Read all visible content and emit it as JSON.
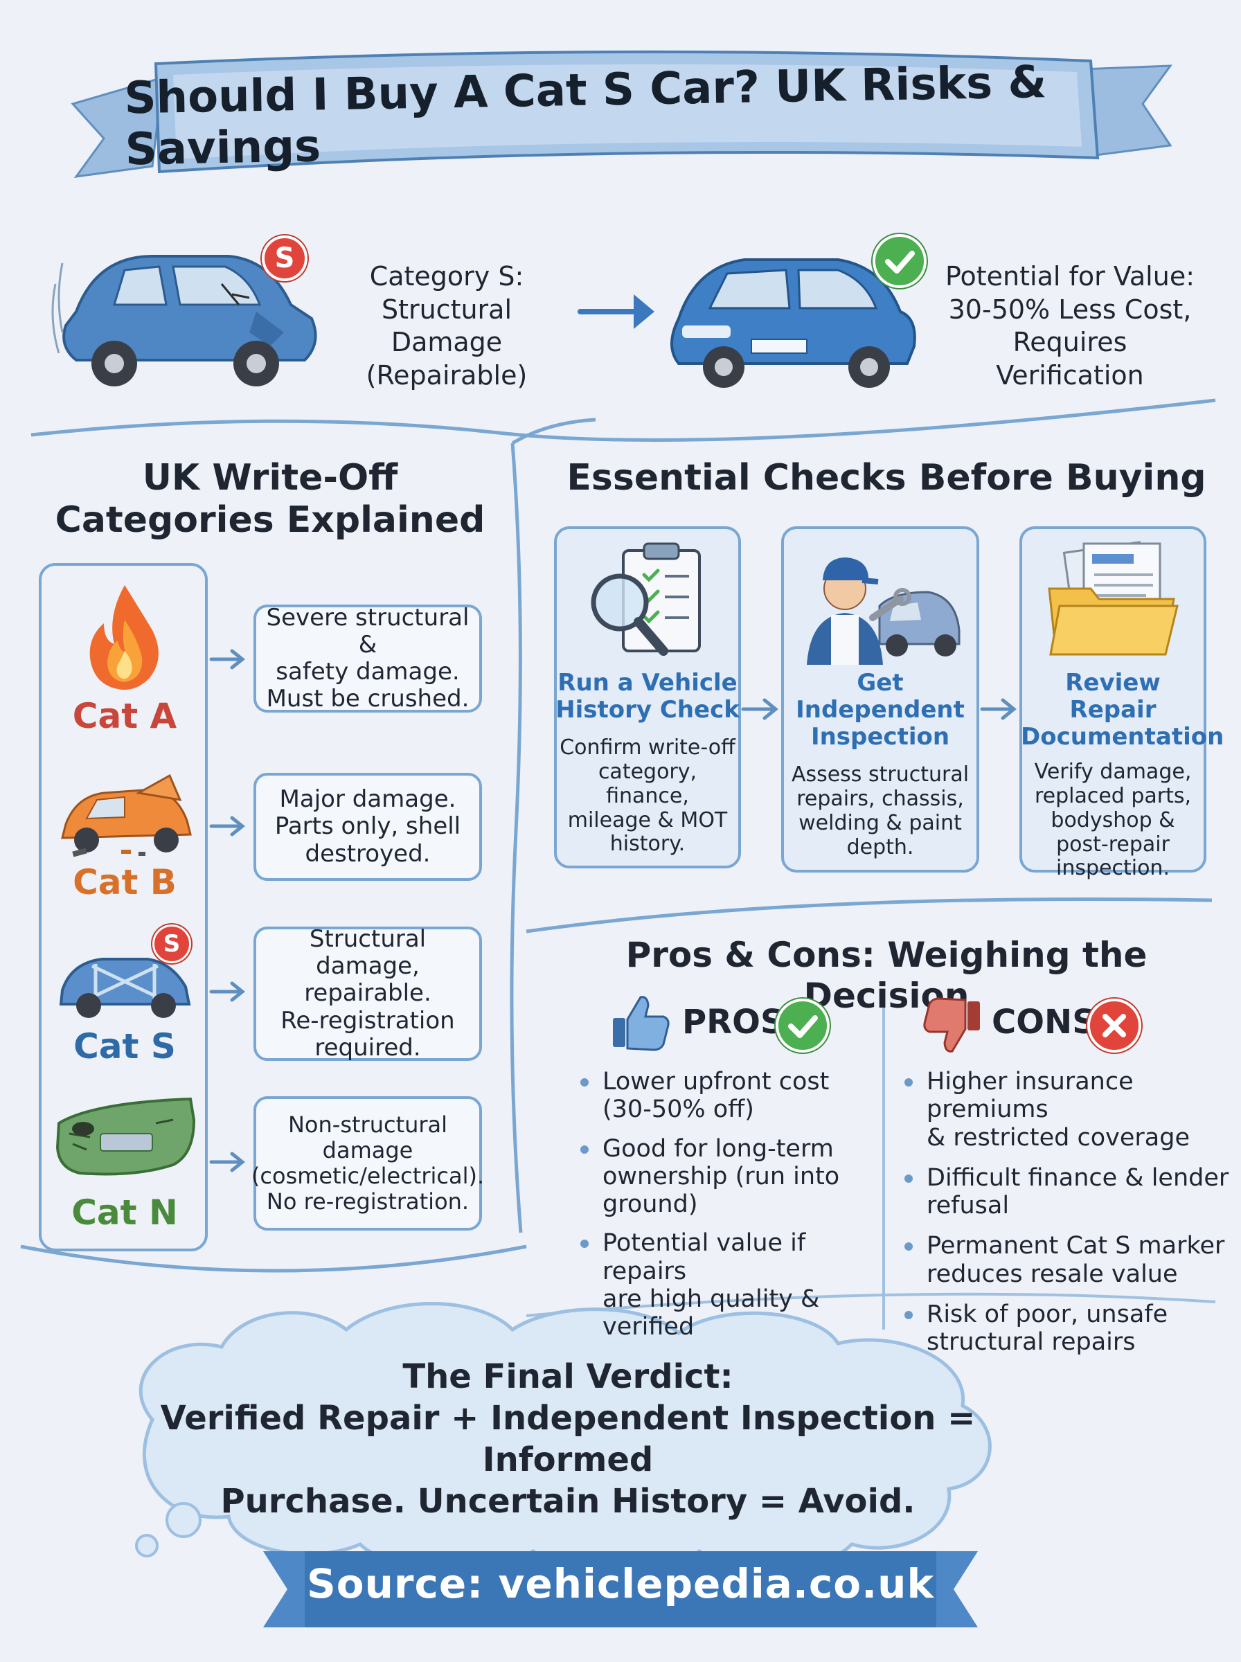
{
  "title": "Should I Buy A Cat S Car? UK Risks & Savings",
  "hero": {
    "badge_letter": "S",
    "left_text": [
      "Category S:",
      "Structural Damage",
      "(Repairable)"
    ],
    "right_text": [
      "Potential for Value:",
      "30-50% Less Cost,",
      "Requires Verification"
    ]
  },
  "categories_section": {
    "title": [
      "UK Write-Off",
      "Categories Explained"
    ],
    "items": [
      {
        "label": "Cat A",
        "icon": "flame-icon",
        "desc": [
          "Severe structural &",
          "safety damage.",
          "Must be crushed."
        ]
      },
      {
        "label": "Cat B",
        "icon": "wrecked-car-icon",
        "desc": [
          "Major damage.",
          "Parts only, shell",
          "destroyed."
        ]
      },
      {
        "label": "Cat S",
        "icon": "car-frame-icon",
        "badge": "S",
        "desc": [
          "Structural damage,",
          "repairable.",
          "Re-registration",
          "required."
        ]
      },
      {
        "label": "Cat N",
        "icon": "bumper-icon",
        "desc": [
          "Non-structural",
          "damage",
          "(cosmetic/electrical).",
          "No re-registration."
        ]
      }
    ]
  },
  "checks_section": {
    "title": "Essential Checks Before Buying",
    "steps": [
      {
        "title": [
          "Run a Vehicle",
          "History Check"
        ],
        "desc": [
          "Confirm write-off",
          "category, finance,",
          "mileage & MOT",
          "history."
        ],
        "icon": "clipboard-magnifier-icon"
      },
      {
        "title": [
          "Get Independent",
          "Inspection"
        ],
        "desc": [
          "Assess structural",
          "repairs, chassis,",
          "welding & paint",
          "depth."
        ],
        "icon": "mechanic-icon"
      },
      {
        "title": [
          "Review Repair",
          "Documentation"
        ],
        "desc": [
          "Verify damage,",
          "replaced parts,",
          "bodyshop &",
          "post-repair",
          "inspection."
        ],
        "icon": "folder-documents-icon"
      }
    ]
  },
  "proscons_section": {
    "title": "Pros & Cons: Weighing the Decision",
    "pros_label": "PROS",
    "cons_label": "CONS",
    "pros": [
      [
        "Lower upfront cost",
        "(30-50% off)"
      ],
      [
        "Good for long-term",
        "ownership (run into",
        "ground)"
      ],
      [
        "Potential value if repairs",
        "are high quality & verified"
      ]
    ],
    "cons": [
      [
        "Higher insurance premiums",
        "& restricted coverage"
      ],
      [
        "Difficult finance & lender",
        "refusal"
      ],
      [
        "Permanent Cat S marker",
        "reduces resale value"
      ],
      [
        "Risk of poor, unsafe",
        "structural repairs"
      ]
    ]
  },
  "verdict": {
    "lines": [
      "The Final Verdict:",
      "Verified Repair + Independent Inspection = Informed",
      "Purchase. Uncertain History = Avoid."
    ]
  },
  "source": "Source: vehiclepedia.co.uk",
  "colors": {
    "background": "#eef2f8",
    "ribbon": "#8fb3da",
    "accent_blue": "#2e6fb3",
    "cat_a": "#c8463a",
    "cat_b": "#d8702a",
    "cat_s": "#2d6aa6",
    "cat_n": "#4a8a3c",
    "badge_red": "#e0443a",
    "check_green": "#4caf50"
  }
}
